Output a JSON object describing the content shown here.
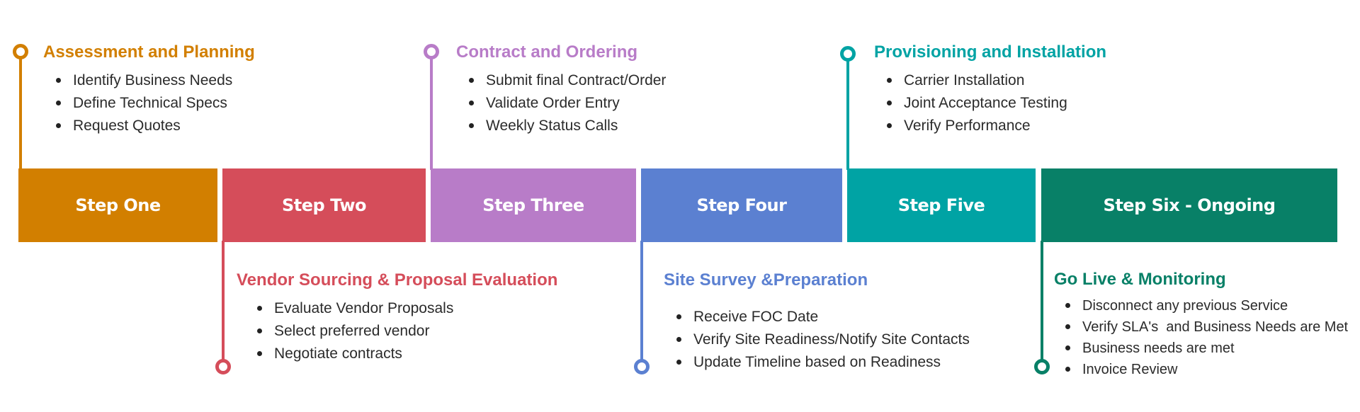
{
  "colors": {
    "orange": "#D27F00",
    "red": "#D54D5A",
    "purple": "#B87CC8",
    "blue": "#5B80D1",
    "teal": "#00A3A4",
    "green": "#088067",
    "bullet_text": "#2B2B2B"
  },
  "steps": [
    {
      "label": "Step One"
    },
    {
      "label": "Step Two"
    },
    {
      "label": "Step Three"
    },
    {
      "label": "Step Four"
    },
    {
      "label": "Step Five"
    },
    {
      "label": "Step Six - Ongoing"
    }
  ],
  "sections": [
    {
      "title": "Assessment and Planning",
      "items": [
        "Identify Business Needs",
        "Define Technical Specs",
        "Request Quotes"
      ]
    },
    {
      "title": "Vendor Sourcing & Proposal Evaluation",
      "items": [
        "Evaluate Vendor Proposals",
        "Select preferred vendor",
        "Negotiate contracts"
      ]
    },
    {
      "title": "Contract and Ordering",
      "items": [
        "Submit final Contract/Order",
        "Validate Order Entry",
        "Weekly Status Calls"
      ]
    },
    {
      "title": "Site Survey &Preparation",
      "items": [
        "Receive FOC Date",
        "Verify Site Readiness/Notify Site Contacts",
        "Update Timeline based on Readiness"
      ]
    },
    {
      "title": "Provisioning and Installation",
      "items": [
        "Carrier Installation",
        "Joint Acceptance Testing",
        "Verify Performance"
      ]
    },
    {
      "title": "Go Live & Monitoring",
      "items": [
        "Disconnect any previous Service",
        "Verify SLA's  and Business Needs are Met",
        "Business needs are met",
        "Invoice Review"
      ]
    }
  ]
}
